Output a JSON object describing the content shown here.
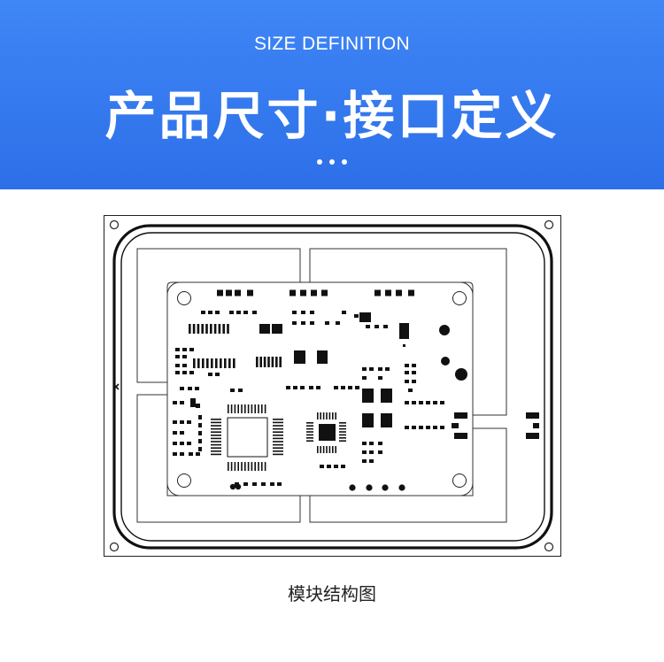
{
  "header": {
    "subtitle": "SIZE DEFINITION",
    "title": "产品尺寸·接口定义"
  },
  "figure": {
    "caption": "模块结构图"
  },
  "colors": {
    "banner": "#3579f0",
    "ink": "#111111"
  }
}
